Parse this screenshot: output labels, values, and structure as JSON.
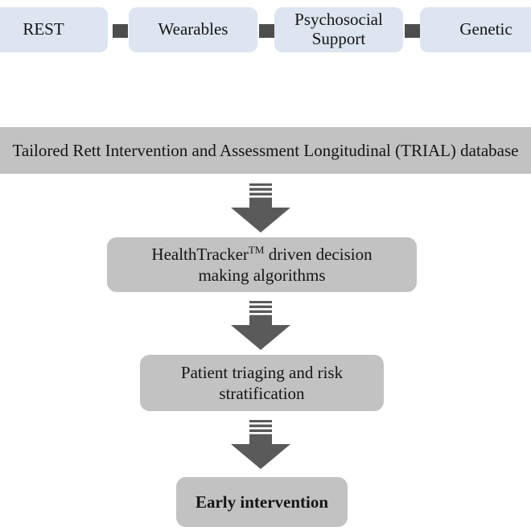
{
  "figure": {
    "type": "flowchart",
    "orientation": "top-row-inputs-then-vertical-pipeline",
    "background_color": "#ffffff",
    "input_box_color": "#dce5f0",
    "process_box_color": "#c2c2c2",
    "connector_color": "#4d4d4d",
    "arrow_color": "#5a5a5a"
  },
  "input_row": {
    "items": [
      {
        "label": "REST",
        "clipped": "left"
      },
      {
        "label": "Wearables",
        "clipped": "none"
      },
      {
        "label": "Psychosocial\nSupport",
        "line1": "Psychosocial",
        "line2": "Support",
        "clipped": "none"
      },
      {
        "label": "Genetic",
        "clipped": "right"
      }
    ],
    "connectors": [
      {
        "name": "connector-1"
      },
      {
        "name": "connector-2"
      },
      {
        "name": "connector-3"
      }
    ]
  },
  "database_band": {
    "label": "Tailored Rett Intervention and Assessment Longitudinal (TRIAL) database",
    "clipped": "both"
  },
  "pipeline": {
    "steps": [
      {
        "name": "healthtracker-algorithms",
        "line1_pre": "HealthTracker",
        "line1_sup": "TM",
        "line1_post": " driven decision",
        "line2": "making algorithms",
        "bold": false
      },
      {
        "name": "patient-triaging",
        "line1": "Patient triaging and risk",
        "line2": "stratification",
        "bold": false
      },
      {
        "name": "early-intervention",
        "line1": "Early intervention",
        "line2": "",
        "bold": true
      }
    ],
    "arrows": [
      {
        "name": "arrow-database-to-algorithms"
      },
      {
        "name": "arrow-algorithms-to-triaging"
      },
      {
        "name": "arrow-triaging-to-intervention"
      }
    ]
  }
}
